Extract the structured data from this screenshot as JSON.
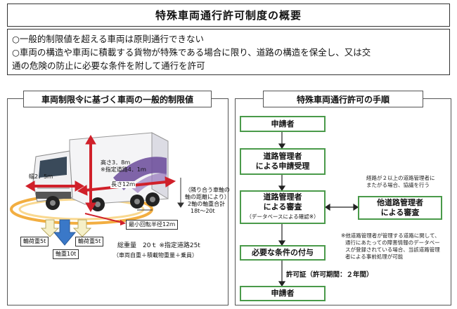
{
  "title": "特殊車両通行許可制度の概要",
  "summary": {
    "line1": "○一般的制限値を超える車両は原則通行できない",
    "line2": "○車両の構造や車両に積載する貨物が特殊である場合に限り、道路の構造を保全し、又は交",
    "line3": "通の危険の防止に必要な条件を附して通行を許可"
  },
  "left_panel": {
    "title": "車両制限令に基づく車両の一般的制限値",
    "height_label": "高さ3．8ｍ",
    "height_note": "※指定道路4．1ｍ",
    "width_label": "幅2．5ｍ",
    "length_label": "長さ12ｍ",
    "axle_note_1": "（隣り合う車軸の",
    "axle_note_2": "軸の距離により）",
    "axle_note_3": "2軸の軸重合計",
    "axle_note_4": "18t～20t",
    "turning_radius": "最小回転半径12ｍ",
    "wheel_load_left": "輪荷重5t",
    "wheel_load_right": "輪荷重5t",
    "axle_load": "軸重10t",
    "total_weight": "総重量　20ｔ ※指定道路25t",
    "total_weight_note": "（車両自重＋積載物重量＋乗員）"
  },
  "right_panel": {
    "title": "特殊車両通行許可の手順",
    "step1": "申請者",
    "step2_line1": "道路管理者",
    "step2_line2": "による申請受理",
    "step3_line1": "道路管理者",
    "step3_line2": "による審査",
    "step3_sub": "（データベースによる確認※）",
    "other_line1": "他道路管理者",
    "other_line2": "による審査",
    "other_note_1": "経路が２以上の道路管理者に",
    "other_note_2": "またがる場合、協議を行う",
    "db_note_1": "※他道路管理者が管理する道路に関して、",
    "db_note_2": "通行にあたっての障害情報のデータベー",
    "db_note_3": "スが登録されている場合、当該道路管理",
    "db_note_4": "者による事前処理が可能",
    "step4": "必要な条件の付与",
    "permit": "許可証（許可期間：２年間）",
    "step5": "申請者"
  },
  "colors": {
    "flow_border": "#4a9a4a",
    "dimension_arrow": "#d0202a",
    "turning_ring": "#f0a020",
    "axle_arrow": "#3a78c8",
    "wheel_arrow": "#f0e8c0"
  }
}
